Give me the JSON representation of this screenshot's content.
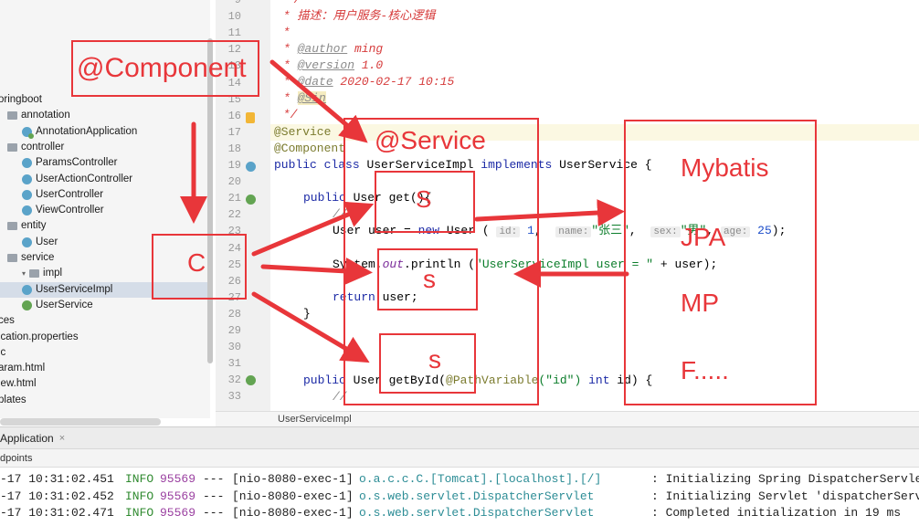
{
  "tree": {
    "items": [
      {
        "label": "oringboot",
        "indent": 0,
        "icon": "none"
      },
      {
        "label": "annotation",
        "indent": 1,
        "icon": "folder"
      },
      {
        "label": "AnnotationApplication",
        "indent": 2,
        "icon": "app"
      },
      {
        "label": "controller",
        "indent": 1,
        "icon": "folder"
      },
      {
        "label": "ParamsController",
        "indent": 2,
        "icon": "class"
      },
      {
        "label": "UserActionController",
        "indent": 2,
        "icon": "class"
      },
      {
        "label": "UserController",
        "indent": 2,
        "icon": "class"
      },
      {
        "label": "ViewController",
        "indent": 2,
        "icon": "class"
      },
      {
        "label": "entity",
        "indent": 1,
        "icon": "folder"
      },
      {
        "label": "User",
        "indent": 2,
        "icon": "class"
      },
      {
        "label": "service",
        "indent": 1,
        "icon": "folder"
      },
      {
        "label": "impl",
        "indent": 2,
        "icon": "folder"
      },
      {
        "label": "UserServiceImpl",
        "indent": 3,
        "icon": "class"
      },
      {
        "label": "UserService",
        "indent": 2,
        "icon": "iface"
      },
      {
        "label": "ces",
        "indent": 0,
        "icon": "none"
      },
      {
        "label": "ication.properties",
        "indent": 0,
        "icon": "none"
      },
      {
        "label": "ic",
        "indent": 0,
        "icon": "none"
      },
      {
        "label": "aram.html",
        "indent": 0,
        "icon": "none"
      },
      {
        "label": "iew.html",
        "indent": 0,
        "icon": "none"
      },
      {
        "label": "plates",
        "indent": 0,
        "icon": "none"
      }
    ]
  },
  "editor": {
    "line_numbers": [
      "9",
      "10",
      "11",
      "12",
      "13",
      "14",
      "15",
      "16",
      "17",
      "18",
      "19",
      "20",
      "21",
      "22",
      "23",
      "24",
      "25",
      "26",
      "27",
      "28",
      "29",
      "30",
      "31",
      "32",
      "33"
    ],
    "comment_desc": " * 描述：用户服务-核心逻辑",
    "comment_star": " *",
    "author_tag": "@author",
    "author_val": " ming",
    "version_tag": "@version",
    "version_val": " 1.0",
    "date_tag": "@date",
    "date_val": " 2020-02-17 10:15",
    "since_tag": "@Sin",
    "comment_end": " */",
    "service_ann": "@Service",
    "component_ann": "@Component",
    "kw_public": "public",
    "kw_class": "class",
    "class_name": "UserServiceImpl",
    "kw_implements": "implements",
    "iface_name": "UserService",
    "brace_open": "{",
    "method_get": "User get(){",
    "comment_slashes": "//",
    "user_decl": "User user = ",
    "kw_new": "new",
    "ctor": " User (",
    "hint_id": "id:",
    "val_id": "1",
    "hint_name": "name:",
    "val_name": "\"张三\"",
    "hint_sex": "sex:",
    "val_sex": "\"男\"",
    "hint_age": "age:",
    "val_age": "25",
    "ctor_end": ");",
    "sysout_a": "System.",
    "sysout_out": "out",
    "sysout_b": ".println (",
    "sysout_str": "\"UserServiceImpl user = \"",
    "sysout_c": " + user);",
    "kw_return": "return",
    "return_val": " user;",
    "brace_close": "}",
    "method_getbyid_a": "User getById(",
    "pathvar_ann": "@PathVariable",
    "pathvar_arg": "(\"id\")",
    "kw_int": "int",
    "method_getbyid_b": " id) {"
  },
  "breadcrumb": "UserServiceImpl",
  "run_panel": {
    "tab_label": "Application",
    "close_glyph": "×",
    "sub_tab": "dpoints"
  },
  "console": {
    "lines": [
      {
        "time": "-17 10:31:02.451",
        "level": "INFO",
        "pid": "95569",
        "sep": "---",
        "thread": "[nio-8080-exec-1]",
        "logger": "o.a.c.c.C.[Tomcat].[localhost].[/]",
        "msg": ": Initializing Spring DispatcherServle"
      },
      {
        "time": "-17 10:31:02.452",
        "level": "INFO",
        "pid": "95569",
        "sep": "---",
        "thread": "[nio-8080-exec-1]",
        "logger": "o.s.web.servlet.DispatcherServlet",
        "msg": ": Initializing Servlet 'dispatcherServ"
      },
      {
        "time": "-17 10:31:02.471",
        "level": "INFO",
        "pid": "95569",
        "sep": "---",
        "thread": "[nio-8080-exec-1]",
        "logger": "o.s.web.servlet.DispatcherServlet",
        "msg": ": Completed initialization in 19 ms"
      }
    ]
  },
  "annotations": {
    "component_label": "@Component",
    "service_label": "@Service",
    "c_label": "C",
    "s_label": "S",
    "s_lower_1": "s",
    "s_lower_2": "s",
    "persistence_items": [
      "Mybatis",
      "JPA",
      "MP",
      "F....."
    ],
    "color": "#e8363a"
  }
}
